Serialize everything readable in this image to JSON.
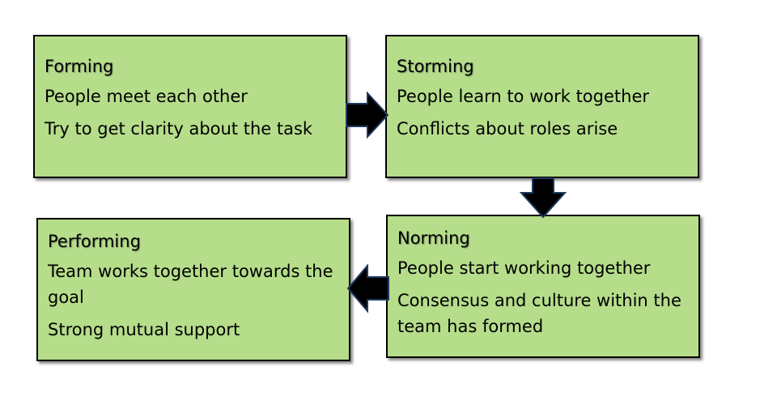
{
  "diagram": {
    "stages": [
      {
        "title": "Forming",
        "lines": [
          "People meet each other",
          "Try to get clarity about the task"
        ]
      },
      {
        "title": "Storming",
        "lines": [
          "People learn to work together",
          "Conflicts about roles arise"
        ]
      },
      {
        "title": "Norming",
        "lines": [
          "People start working together",
          "Consensus and culture within the team has formed"
        ]
      },
      {
        "title": "Performing",
        "lines": [
          "Team works together towards the goal",
          "Strong mutual support"
        ]
      }
    ],
    "colors": {
      "box_fill": "#b5dd8a",
      "box_border": "#000000",
      "arrow_fill": "#000000",
      "arrow_stroke": "#1f3a5f"
    },
    "arrows": [
      "forming-to-storming",
      "storming-to-norming",
      "norming-to-performing"
    ]
  }
}
